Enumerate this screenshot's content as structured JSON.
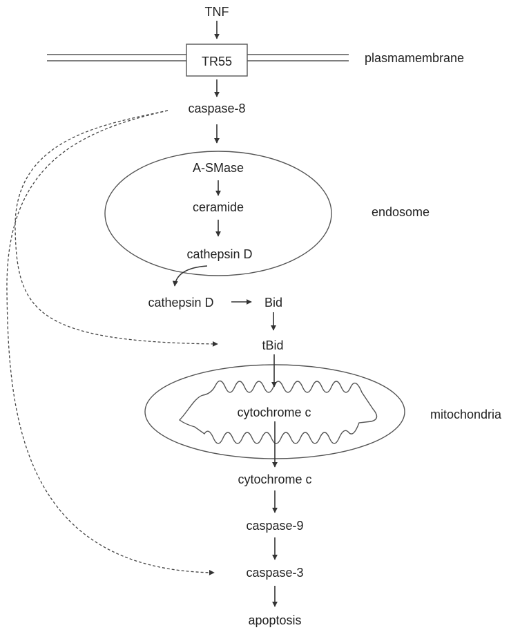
{
  "nodes": {
    "tnf": "TNF",
    "tr55": "TR55",
    "caspase8": "caspase-8",
    "asmase": "A-SMase",
    "ceramide": "ceramide",
    "cathepsin_d_inner": "cathepsin D",
    "cathepsin_d_outer": "cathepsin D",
    "bid": "Bid",
    "tbid": "tBid",
    "cytochrome_c_inner": "cytochrome c",
    "cytochrome_c_outer": "cytochrome c",
    "caspase9": "caspase-9",
    "caspase3": "caspase-3",
    "apoptosis": "apoptosis"
  },
  "compartments": {
    "plasma_membrane": "plasmamembrane",
    "endosome": "endosome",
    "mitochondria": "mitochondria"
  }
}
